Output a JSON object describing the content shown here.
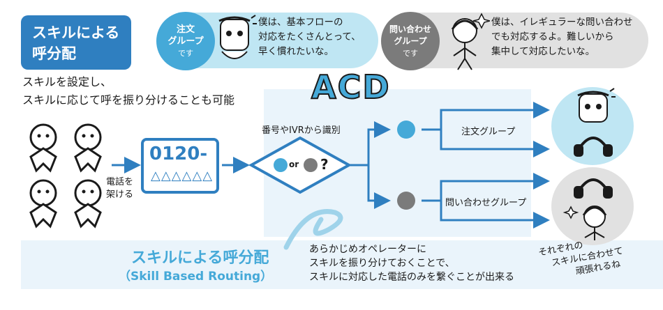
{
  "title": {
    "line1": "スキルによる",
    "line2": "呼分配"
  },
  "order_group": {
    "circle_line1": "注文",
    "circle_line2": "グループ",
    "circle_line3": "です",
    "speech": "僕は、基本フローの\n対応をたくさんとって、\n早く慣れたいな。"
  },
  "inquiry_group": {
    "circle_line1": "問い合わせ",
    "circle_line2": "グループ",
    "circle_line3": "です",
    "speech": "僕は、イレギュラーな問い合わせ\nでも対応するよ。難しいから\n集中して対応したいな。"
  },
  "intro": {
    "line1": "スキルを設定し、",
    "line2": "スキルに応じて呼を振り分けることも可能"
  },
  "acd_title": "ACD",
  "identify_label": "番号やIVRから識別",
  "diamond": {
    "or": "or",
    "question": "?"
  },
  "call_label": {
    "line1": "電話を",
    "line2": "架ける"
  },
  "phone": {
    "number": "0120-",
    "digits": "△△△△△△"
  },
  "branches": {
    "upper": "注文グループ",
    "lower": "問い合わせグループ"
  },
  "bottom": {
    "title": "スキルによる呼分配",
    "subtitle": "（Skill Based Routing）",
    "line1": "あらかじめオペレーターに",
    "line2": "スキルを振り分けておくことで、",
    "line3": "スキルに対応した電話のみを繋ぐことが出来る"
  },
  "handwritten": {
    "line1": "それぞれの",
    "line2": "スキルに合わせて",
    "line3": "頑張れるね"
  },
  "colors": {
    "blue": "#2f7fc0",
    "light_blue": "#bfe6f3",
    "pale_blue": "#eaf4fb",
    "gray": "#7b7b7b",
    "circle_blue": "#45a9d8"
  }
}
